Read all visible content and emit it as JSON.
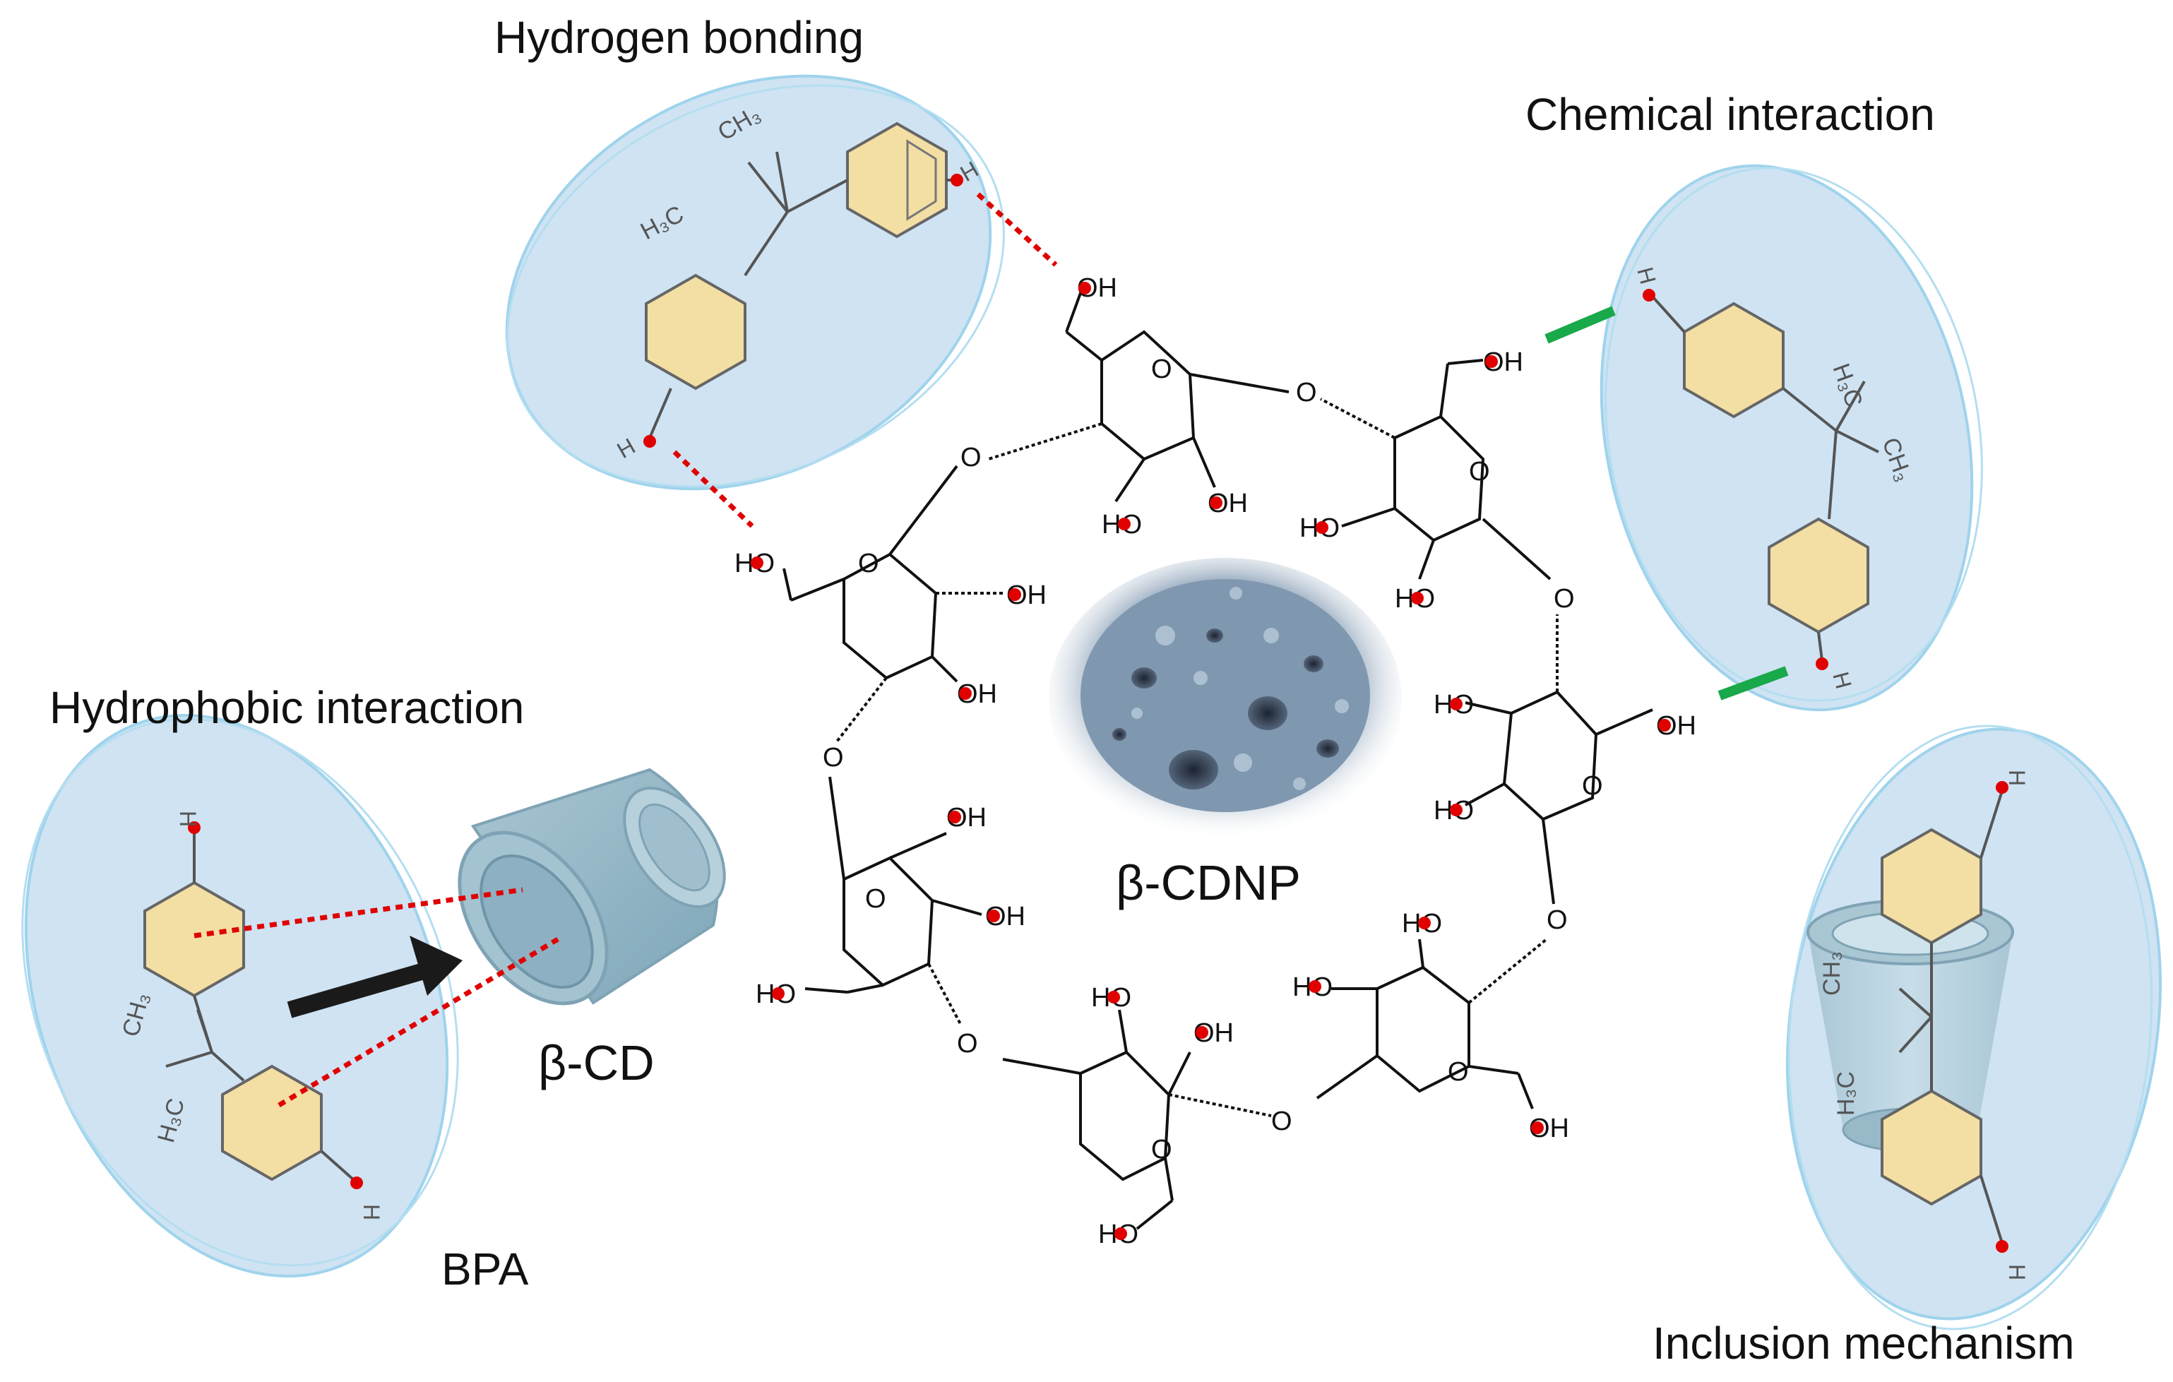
{
  "labels": {
    "hydrogen_bonding": "Hydrogen bonding",
    "chemical_interaction": "Chemical interaction",
    "hydrophobic_interaction": "Hydrophobic interaction",
    "inclusion_mechanism": "Inclusion mechanism",
    "beta_cd": "β-CD",
    "beta_cdnp": "β-CDNP",
    "bpa": "BPA"
  },
  "atoms": {
    "oh": "OH",
    "ho": "HO",
    "o": "O",
    "h": "H",
    "ch3": "CH",
    "h3c": "H",
    "sub3": "3",
    "c": "C"
  },
  "colors": {
    "blob_fill": "#cfe3f3",
    "blob_stroke": "#9fd3ec",
    "ring_fill": "#f3dfa4",
    "ring_stroke": "#6b6b6b",
    "h_bond": "#e00000",
    "chem_bond": "#19a84a",
    "oxygen_dot": "#e00000",
    "cd_cone": "#8fb8c8"
  }
}
